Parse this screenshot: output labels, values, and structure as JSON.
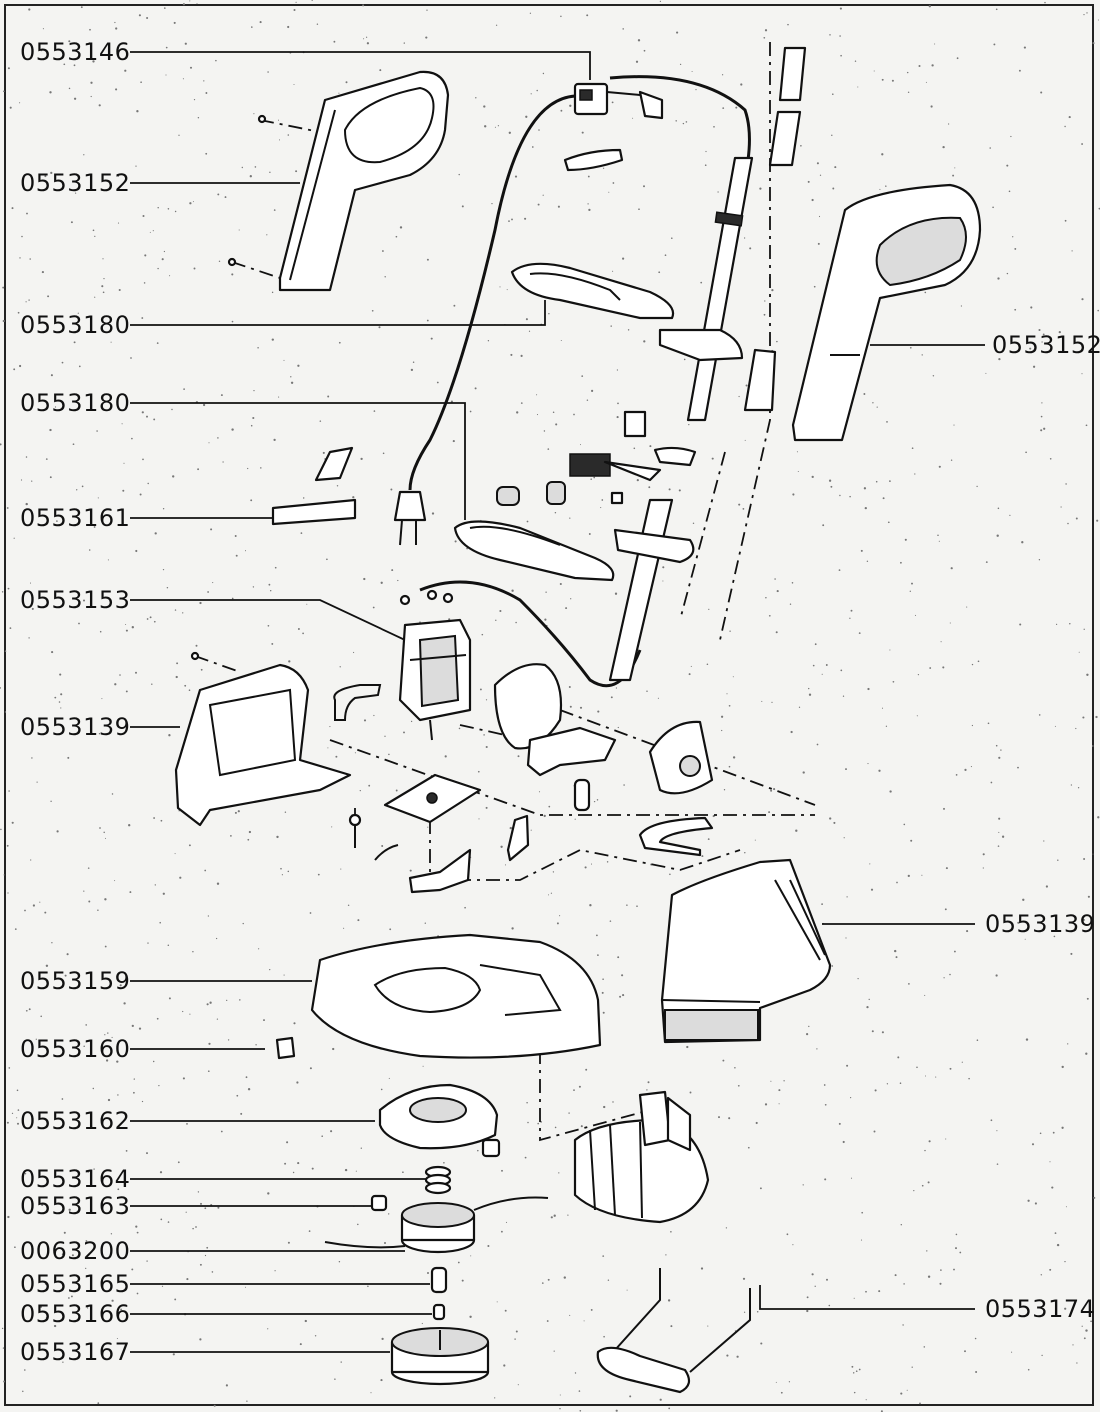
{
  "diagram": {
    "labels": {
      "l1": "0553146",
      "l2": "0553152",
      "l3": "0553180",
      "l4": "0553180",
      "l5": "0553161",
      "l6": "0553153",
      "l7": "0553139",
      "l8": "0553159",
      "l9": "0553160",
      "l10": "0553162",
      "l11": "0553164",
      "l12": "0553163",
      "l13": "0063200",
      "l14": "0553165",
      "l15": "0553166",
      "l16": "0553167",
      "r1": "0553152",
      "r2": "0553139",
      "r3": "0553174"
    }
  }
}
